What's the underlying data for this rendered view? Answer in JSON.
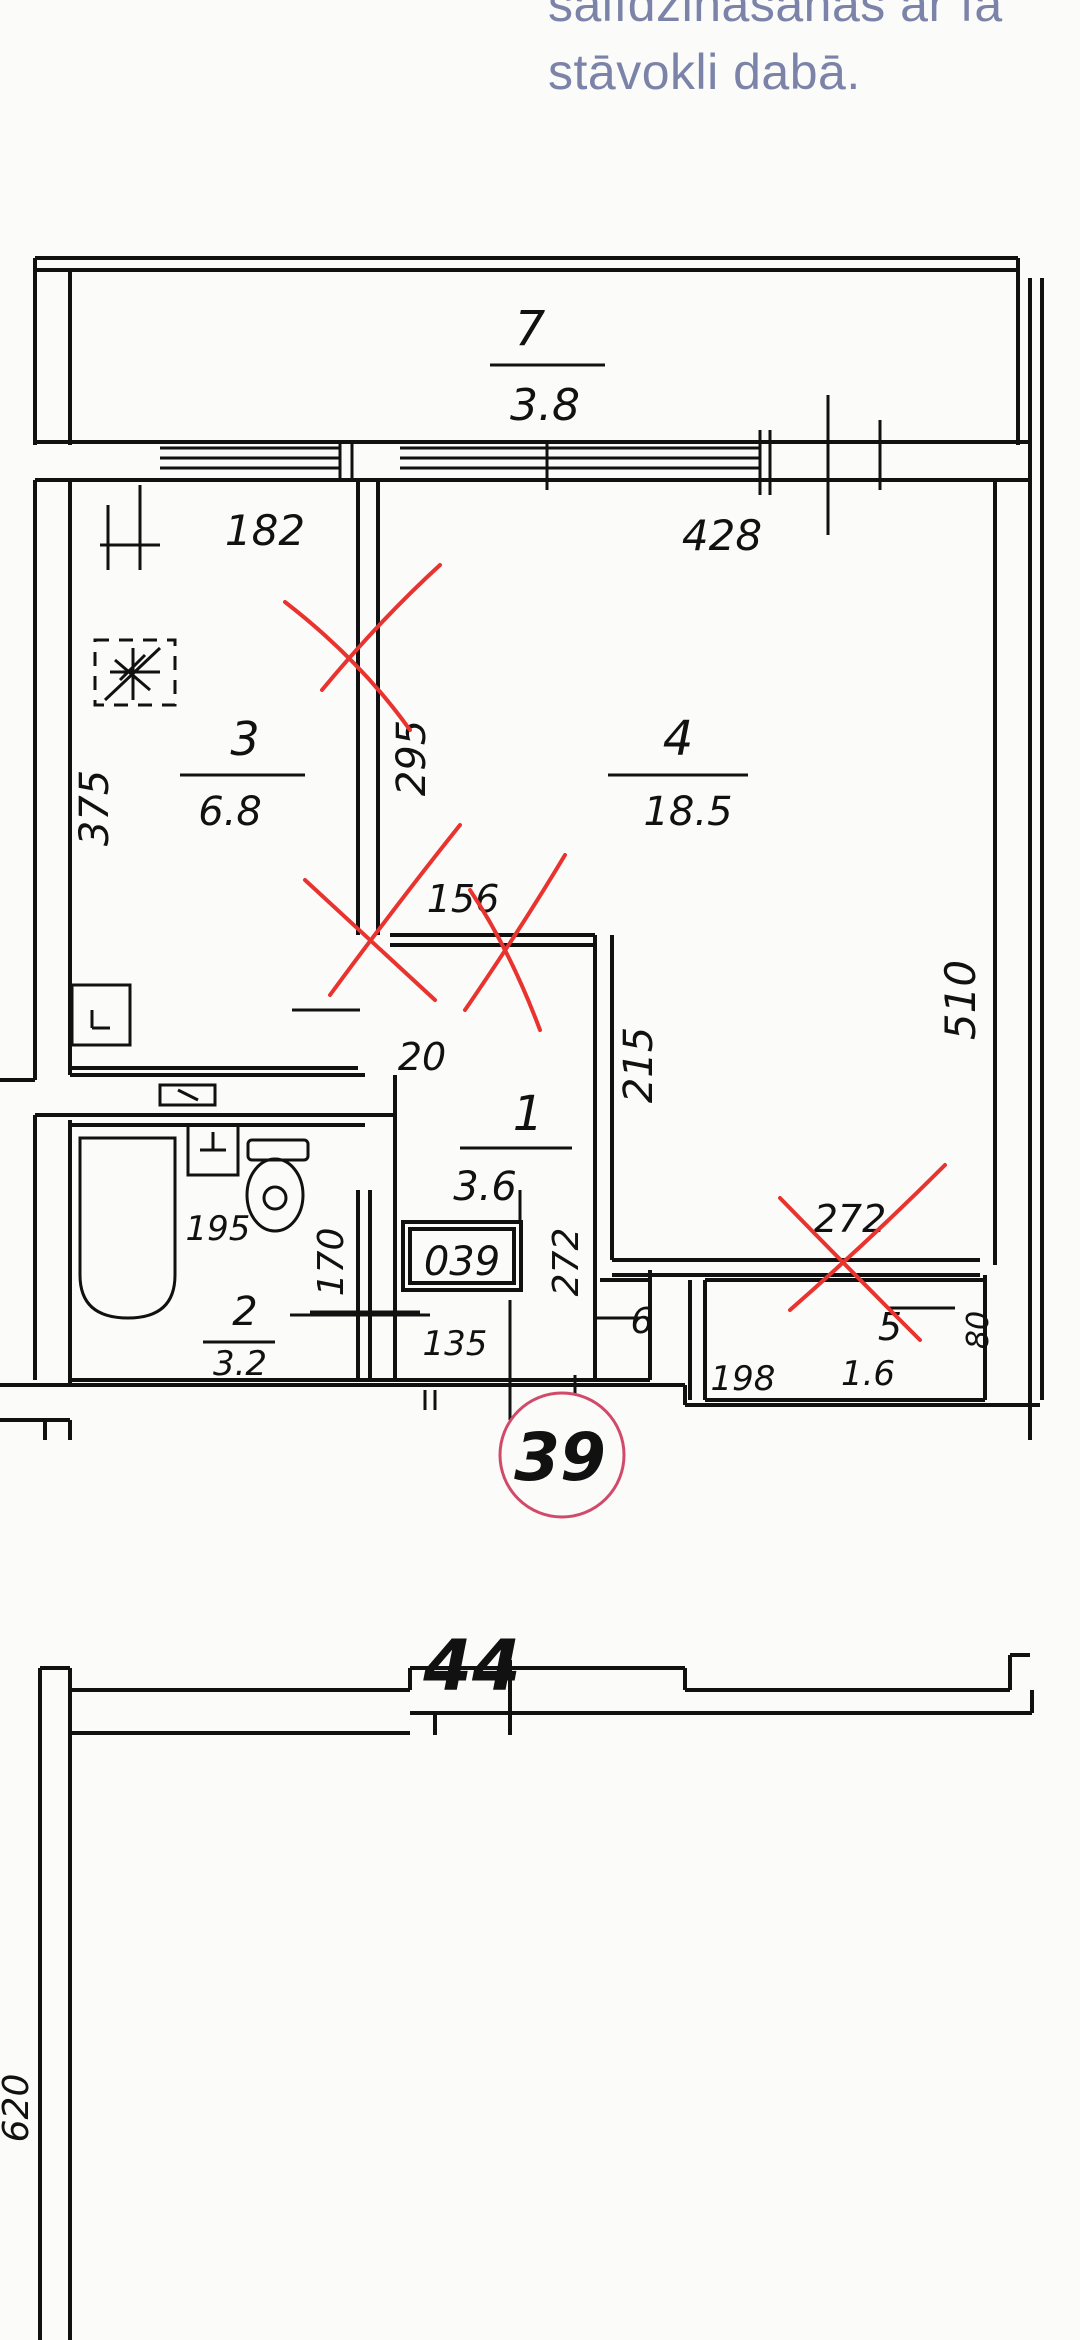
{
  "header": {
    "line1": "salīdzināšanas ar fa",
    "line2": "stāvokli dabā."
  },
  "apartment_number": "39",
  "next_apartment_number": "44",
  "side_dimension": "620",
  "colors": {
    "ink": "#111111",
    "cross": "#e8332e",
    "stamp_circle": "#d24a6a",
    "stamp_text": "#7b83a8"
  },
  "rooms": [
    {
      "number": "7",
      "area": "3.8"
    },
    {
      "number": "3",
      "area": "6.8"
    },
    {
      "number": "4",
      "area": "18.5"
    },
    {
      "number": "1",
      "area": "3.6"
    },
    {
      "number": "2",
      "area": "3.2"
    },
    {
      "number": "5",
      "area": "1.6"
    }
  ],
  "dimensions": {
    "balcony_left": "182",
    "room4_top": "428",
    "room3_height": "375",
    "partition_295": "295",
    "hall_top": "156",
    "hall_left": "20",
    "hall_right": "215",
    "room4_right": "510",
    "closet_top": "272",
    "bath_top": "195",
    "bath_height": "170",
    "bath_bottom": "135",
    "closet_height": "272",
    "niche": "6",
    "closet_width": "198",
    "closet_depth": "80",
    "vent_code": "039"
  }
}
